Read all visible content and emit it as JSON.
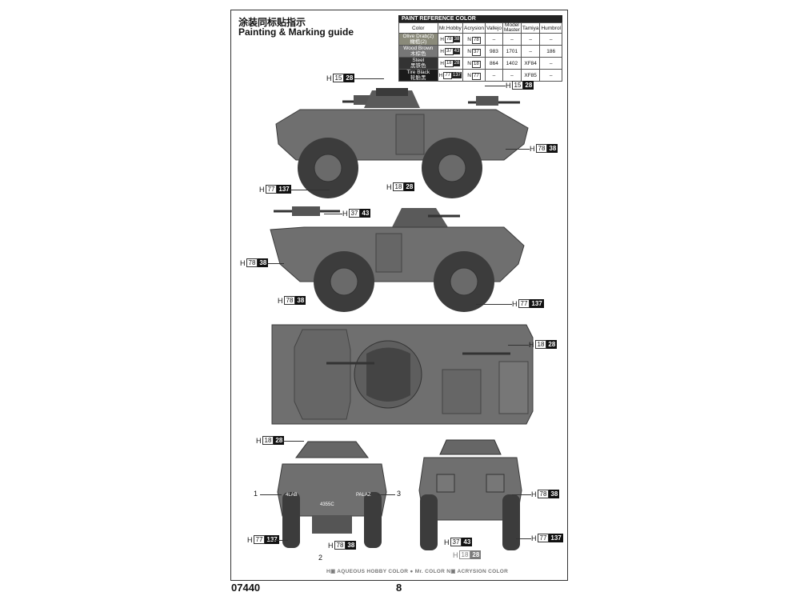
{
  "header": {
    "title_cn": "涂装同标贴指示",
    "title_en": "Painting & Marking guide"
  },
  "paint_table": {
    "caption": "PAINT REFERENCE COLOR",
    "columns": [
      "Color",
      "Mr.Hobby",
      "Acrysion",
      "Vallejo",
      "Model Master",
      "Tamiya",
      "Humbrol"
    ],
    "rows": [
      {
        "name": "Olive Drab(2)",
        "name_cn": "橄榄(2)",
        "swatch": "#8a8a7a",
        "mrhobby_h": "78",
        "mrhobby_c": "38",
        "acrysion": "78",
        "vallejo": "–",
        "model_master": "–",
        "tamiya": "–",
        "humbrol": "–"
      },
      {
        "name": "Wood Brown",
        "name_cn": "木棕色",
        "swatch": "#777777",
        "mrhobby_h": "37",
        "mrhobby_c": "43",
        "acrysion": "37",
        "vallejo": "983",
        "model_master": "1701",
        "tamiya": "–",
        "humbrol": "186"
      },
      {
        "name": "Steel",
        "name_cn": "黑铁色",
        "swatch": "#333333",
        "mrhobby_h": "18",
        "mrhobby_c": "28",
        "acrysion": "18",
        "vallejo": "864",
        "model_master": "1402",
        "tamiya": "XF84",
        "humbrol": "–"
      },
      {
        "name": "Tire Black",
        "name_cn": "轮胎黑",
        "swatch": "#1a1a1a",
        "mrhobby_h": "77",
        "mrhobby_c": "137",
        "acrysion": "77",
        "vallejo": "–",
        "model_master": "–",
        "tamiya": "XF85",
        "humbrol": "–"
      }
    ]
  },
  "callouts": [
    {
      "id": "c1",
      "h": "H",
      "a": "15",
      "b": "28"
    },
    {
      "id": "c2",
      "h": "H",
      "a": "15",
      "b": "28"
    },
    {
      "id": "c3",
      "h": "H",
      "a": "78",
      "b": "38"
    },
    {
      "id": "c4",
      "h": "H",
      "a": "77",
      "b": "137"
    },
    {
      "id": "c5",
      "h": "H",
      "a": "18",
      "b": "28"
    },
    {
      "id": "c6",
      "h": "H",
      "a": "37",
      "b": "43"
    },
    {
      "id": "c7",
      "h": "H",
      "a": "78",
      "b": "38"
    },
    {
      "id": "c8",
      "h": "H",
      "a": "77",
      "b": "137"
    },
    {
      "id": "c9",
      "h": "H",
      "a": "78",
      "b": "38"
    },
    {
      "id": "c10",
      "h": "H",
      "a": "18",
      "b": "28"
    },
    {
      "id": "c11",
      "h": "H",
      "a": "18",
      "b": "28"
    },
    {
      "id": "c12",
      "h": "H",
      "a": "77",
      "b": "137"
    },
    {
      "id": "c13",
      "h": "H",
      "a": "78",
      "b": "38"
    },
    {
      "id": "c14",
      "h": "H",
      "a": "78",
      "b": "38"
    },
    {
      "id": "c15",
      "h": "H",
      "a": "77",
      "b": "137"
    },
    {
      "id": "c16",
      "h": "H",
      "a": "37",
      "b": "43"
    },
    {
      "id": "c17",
      "h": "H",
      "a": "18",
      "b": "28"
    }
  ],
  "decal_numbers": [
    "1",
    "2",
    "3"
  ],
  "vehicle_markings": {
    "left_plate": "4LAB",
    "right_plate": "PALAZ",
    "serial": "4355C"
  },
  "legend": "H▣ AQUEOUS HOBBY COLOR   ● Mr. COLOR   N▣ ACRYSION COLOR",
  "footer": {
    "code": "07440",
    "page": "8"
  },
  "colors": {
    "vehicle": "#6f6f6f",
    "vehicle_dark": "#4a4a4a",
    "tire": "#3c3c3c"
  }
}
